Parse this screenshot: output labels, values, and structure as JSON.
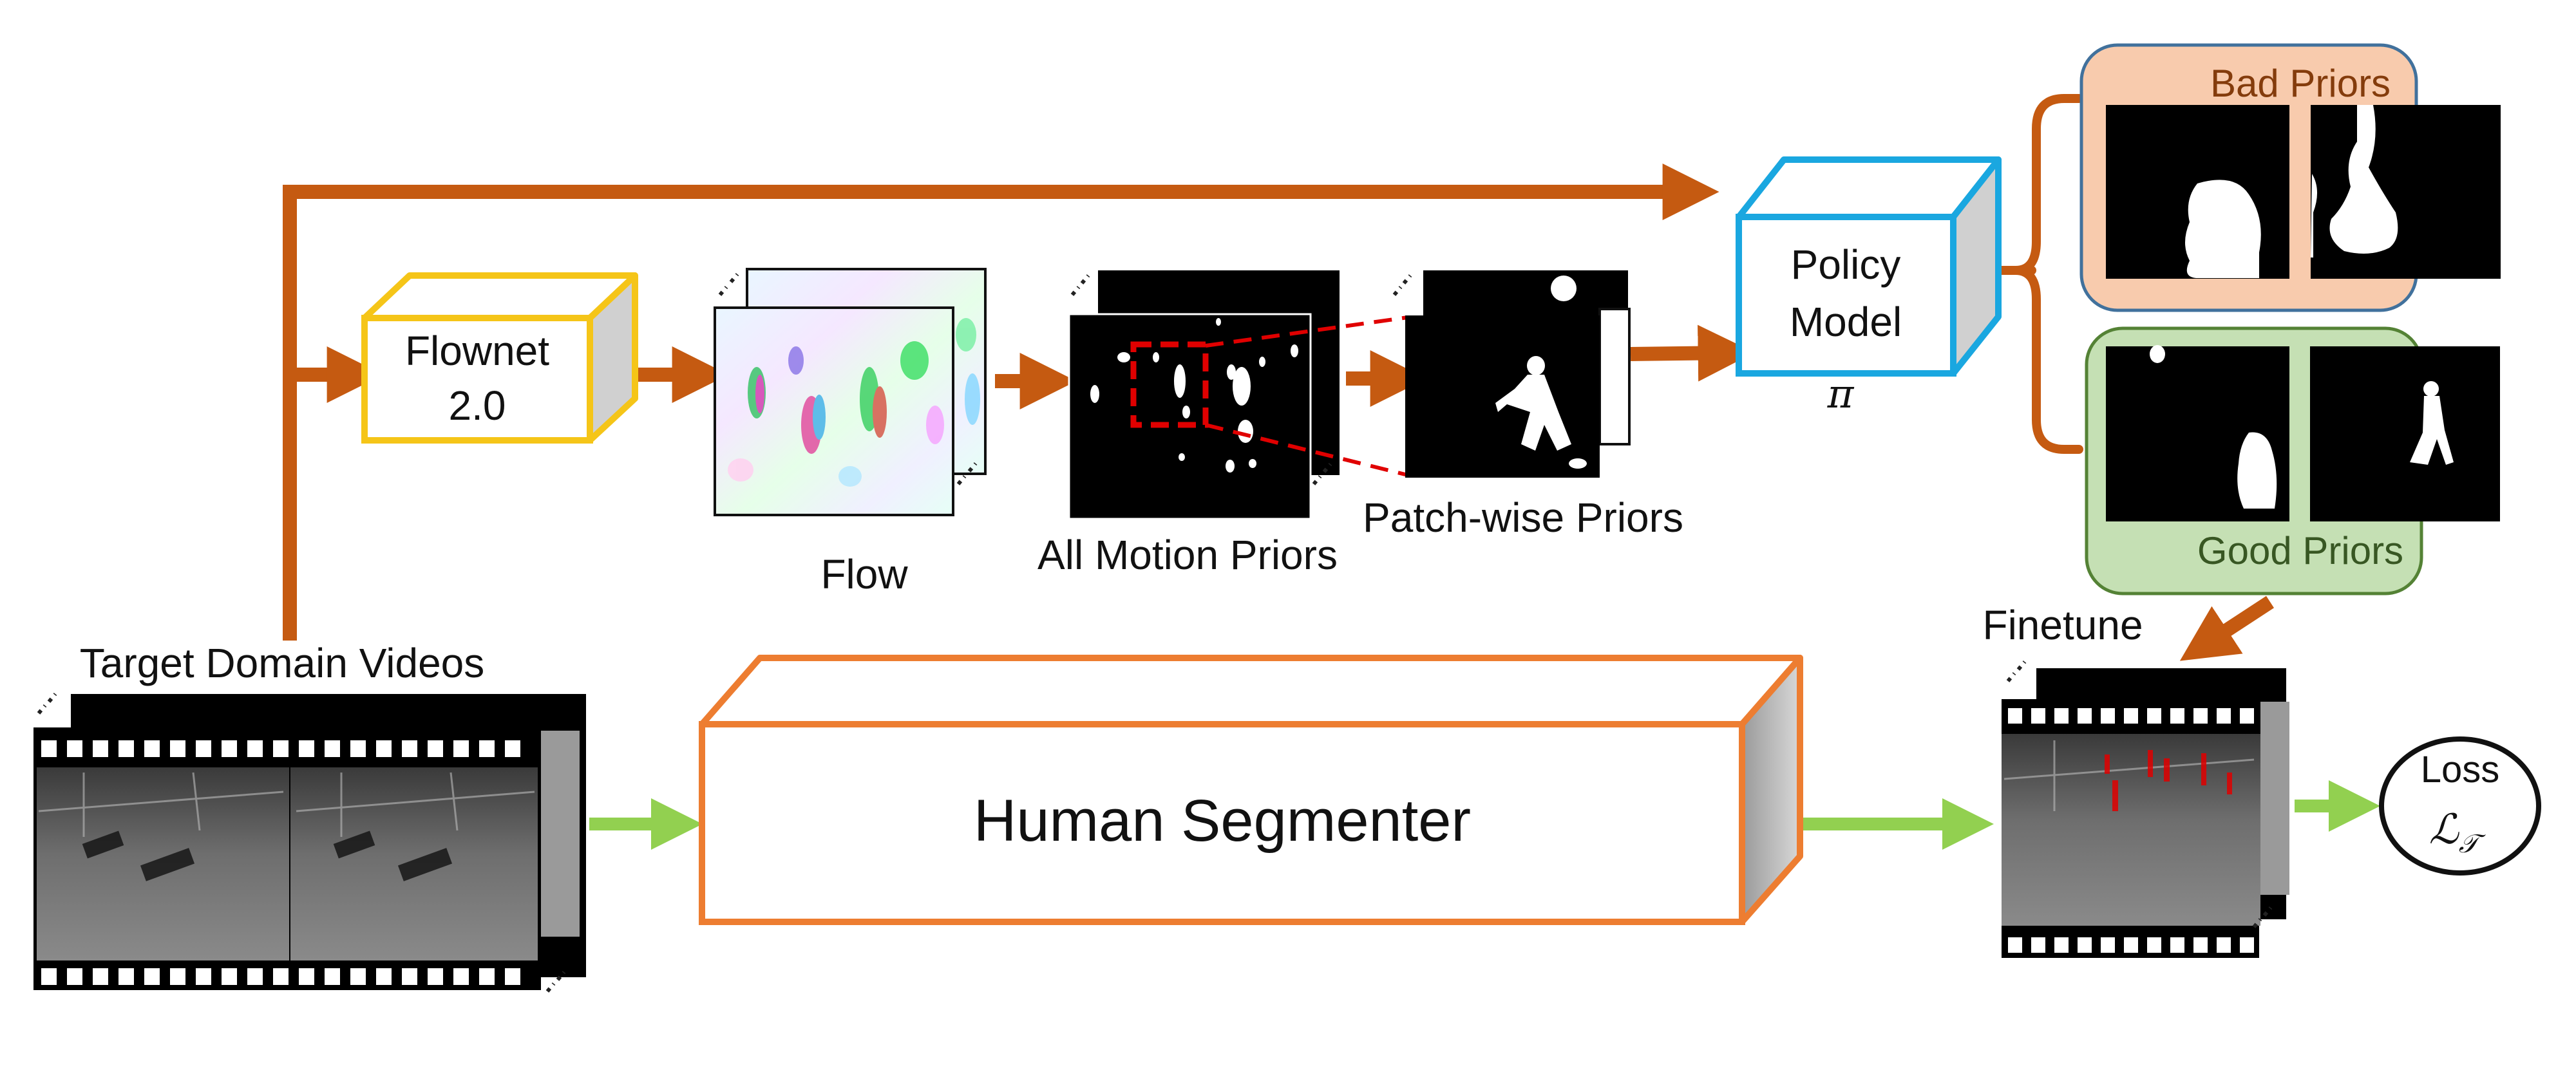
{
  "diagram": {
    "nodes": {
      "flownet": {
        "line1": "Flownet",
        "line2": "2.0"
      },
      "policy": {
        "line1": "Policy",
        "line2": "Model",
        "symbol": "π"
      },
      "segmenter": {
        "label": "Human Segmenter"
      },
      "loss": {
        "label": "Loss",
        "symbol": "ℒ",
        "subscript": "𝒯"
      }
    },
    "labels": {
      "flow": "Flow",
      "all_motion_priors": "All Motion Priors",
      "patch_wise_priors": "Patch-wise Priors",
      "target_domain_videos": "Target Domain Videos",
      "finetune": "Finetune",
      "bad_priors": "Bad Priors",
      "good_priors": "Good Priors"
    },
    "colors": {
      "arrow_orange": "#c55a11",
      "arrow_green": "#92d050",
      "flownet_border": "#f5c518",
      "policy_border": "#1aa7e0",
      "segmenter_border": "#ed7d31",
      "bad_fill": "#f8cbad",
      "bad_border": "#41719c",
      "bad_text": "#843c0c",
      "good_fill": "#c5e0b4",
      "good_border": "#548235",
      "good_text": "#385723",
      "box_side": "#d0d0d0",
      "mask_red": "#e00000"
    }
  }
}
